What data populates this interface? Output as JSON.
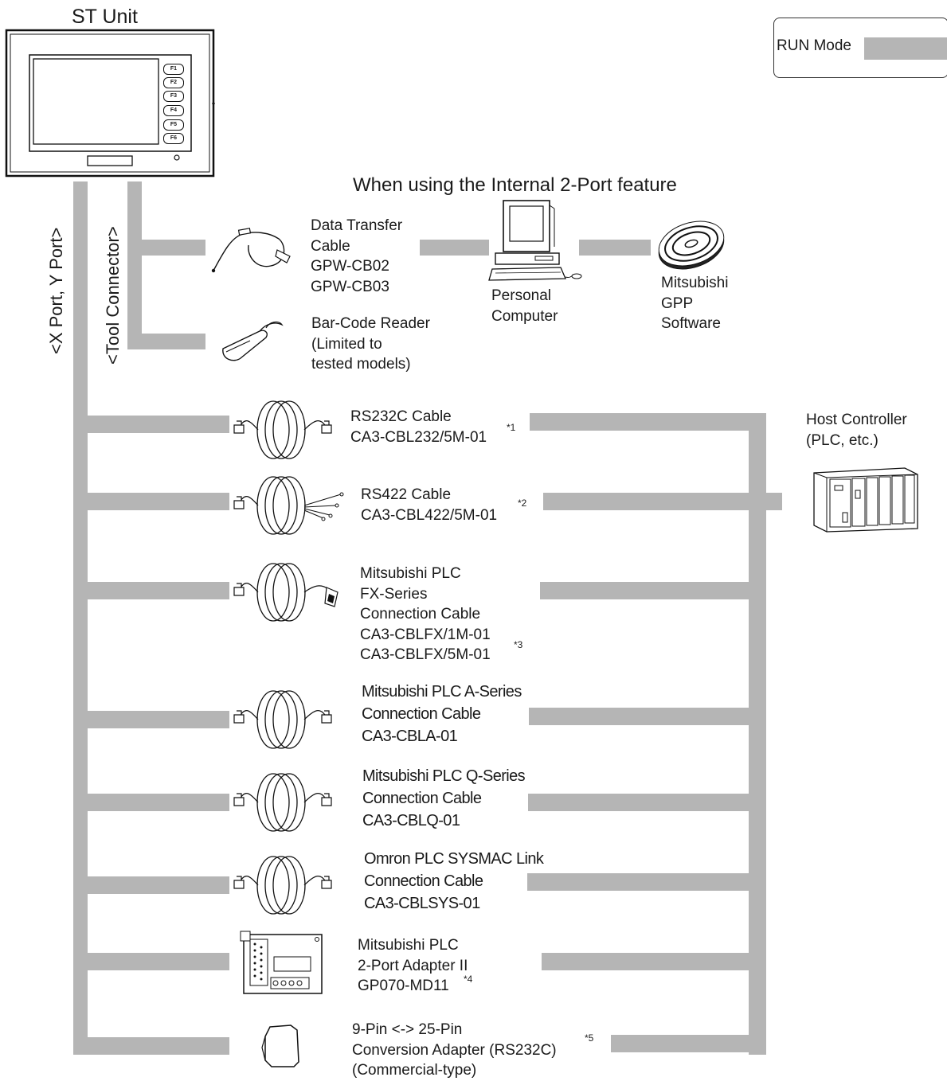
{
  "unit_title": "ST Unit",
  "run_mode": {
    "label": "RUN Mode"
  },
  "internal_title": "When using the Internal 2-Port feature",
  "port_labels": {
    "xy": "<X Port, Y Port>",
    "tool": "<Tool Connector>"
  },
  "function_keys": [
    "F1",
    "F2",
    "F3",
    "F4",
    "F5",
    "F6"
  ],
  "tool_devices": {
    "data_transfer": [
      "Data Transfer",
      "Cable",
      "GPW-CB02",
      "GPW-CB03"
    ],
    "barcode": [
      "Bar-Code Reader",
      "(Limited to",
      "tested models)"
    ],
    "pc": [
      "Personal",
      "Computer"
    ],
    "software": [
      "Mitsubishi",
      "GPP",
      "Software"
    ]
  },
  "host": [
    "Host Controller",
    "(PLC, etc.)"
  ],
  "cables": [
    {
      "lines": [
        "RS232C Cable",
        "CA3-CBL232/5M-01"
      ],
      "note": "*1"
    },
    {
      "lines": [
        "RS422 Cable",
        "CA3-CBL422/5M-01"
      ],
      "note": "*2"
    },
    {
      "lines": [
        "Mitsubishi PLC",
        "FX-Series",
        "Connection Cable",
        "CA3-CBLFX/1M-01",
        "CA3-CBLFX/5M-01"
      ],
      "note": "*3"
    },
    {
      "lines": [
        "Mitsubishi PLC A-Series",
        "Connection Cable",
        "CA3-CBLA-01"
      ],
      "note": ""
    },
    {
      "lines": [
        "Mitsubishi PLC Q-Series",
        "Connection Cable",
        "CA3-CBLQ-01"
      ],
      "note": ""
    },
    {
      "lines": [
        "Omron PLC SYSMAC Link",
        "Connection Cable",
        "CA3-CBLSYS-01"
      ],
      "note": ""
    },
    {
      "lines": [
        "Mitsubishi PLC",
        "2-Port Adapter II",
        "GP070-MD11"
      ],
      "note": "*4"
    },
    {
      "lines": [
        "9-Pin <-> 25-Pin",
        "Conversion Adapter (RS232C)",
        "(Commercial-type)"
      ],
      "note": "*5"
    }
  ]
}
